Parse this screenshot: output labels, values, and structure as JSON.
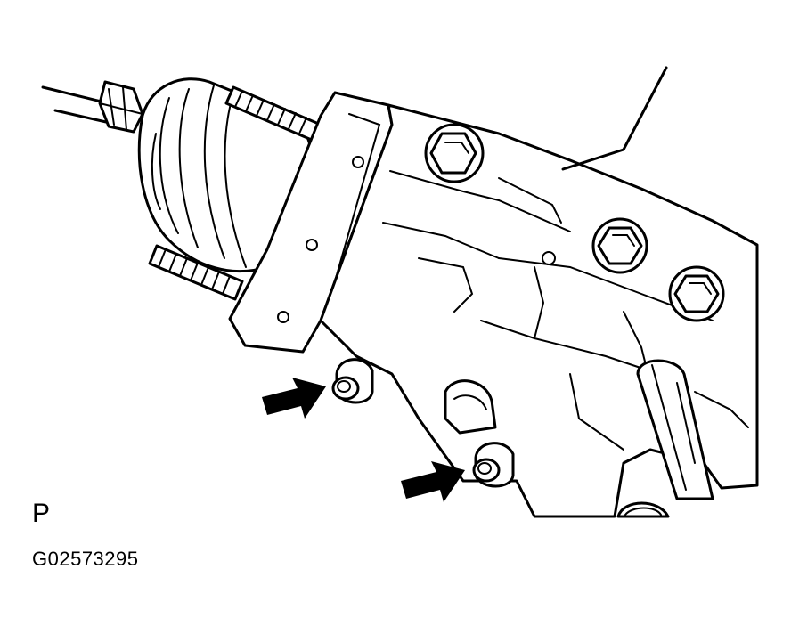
{
  "diagram": {
    "corner_mark": "P",
    "figure_code": "G02573295",
    "callouts": [
      {
        "id": "upper-nut",
        "icon": "arrow-right-icon"
      },
      {
        "id": "lower-nut",
        "icon": "arrow-right-icon"
      }
    ],
    "colors": {
      "ink": "#000000",
      "paper": "#ffffff"
    }
  }
}
